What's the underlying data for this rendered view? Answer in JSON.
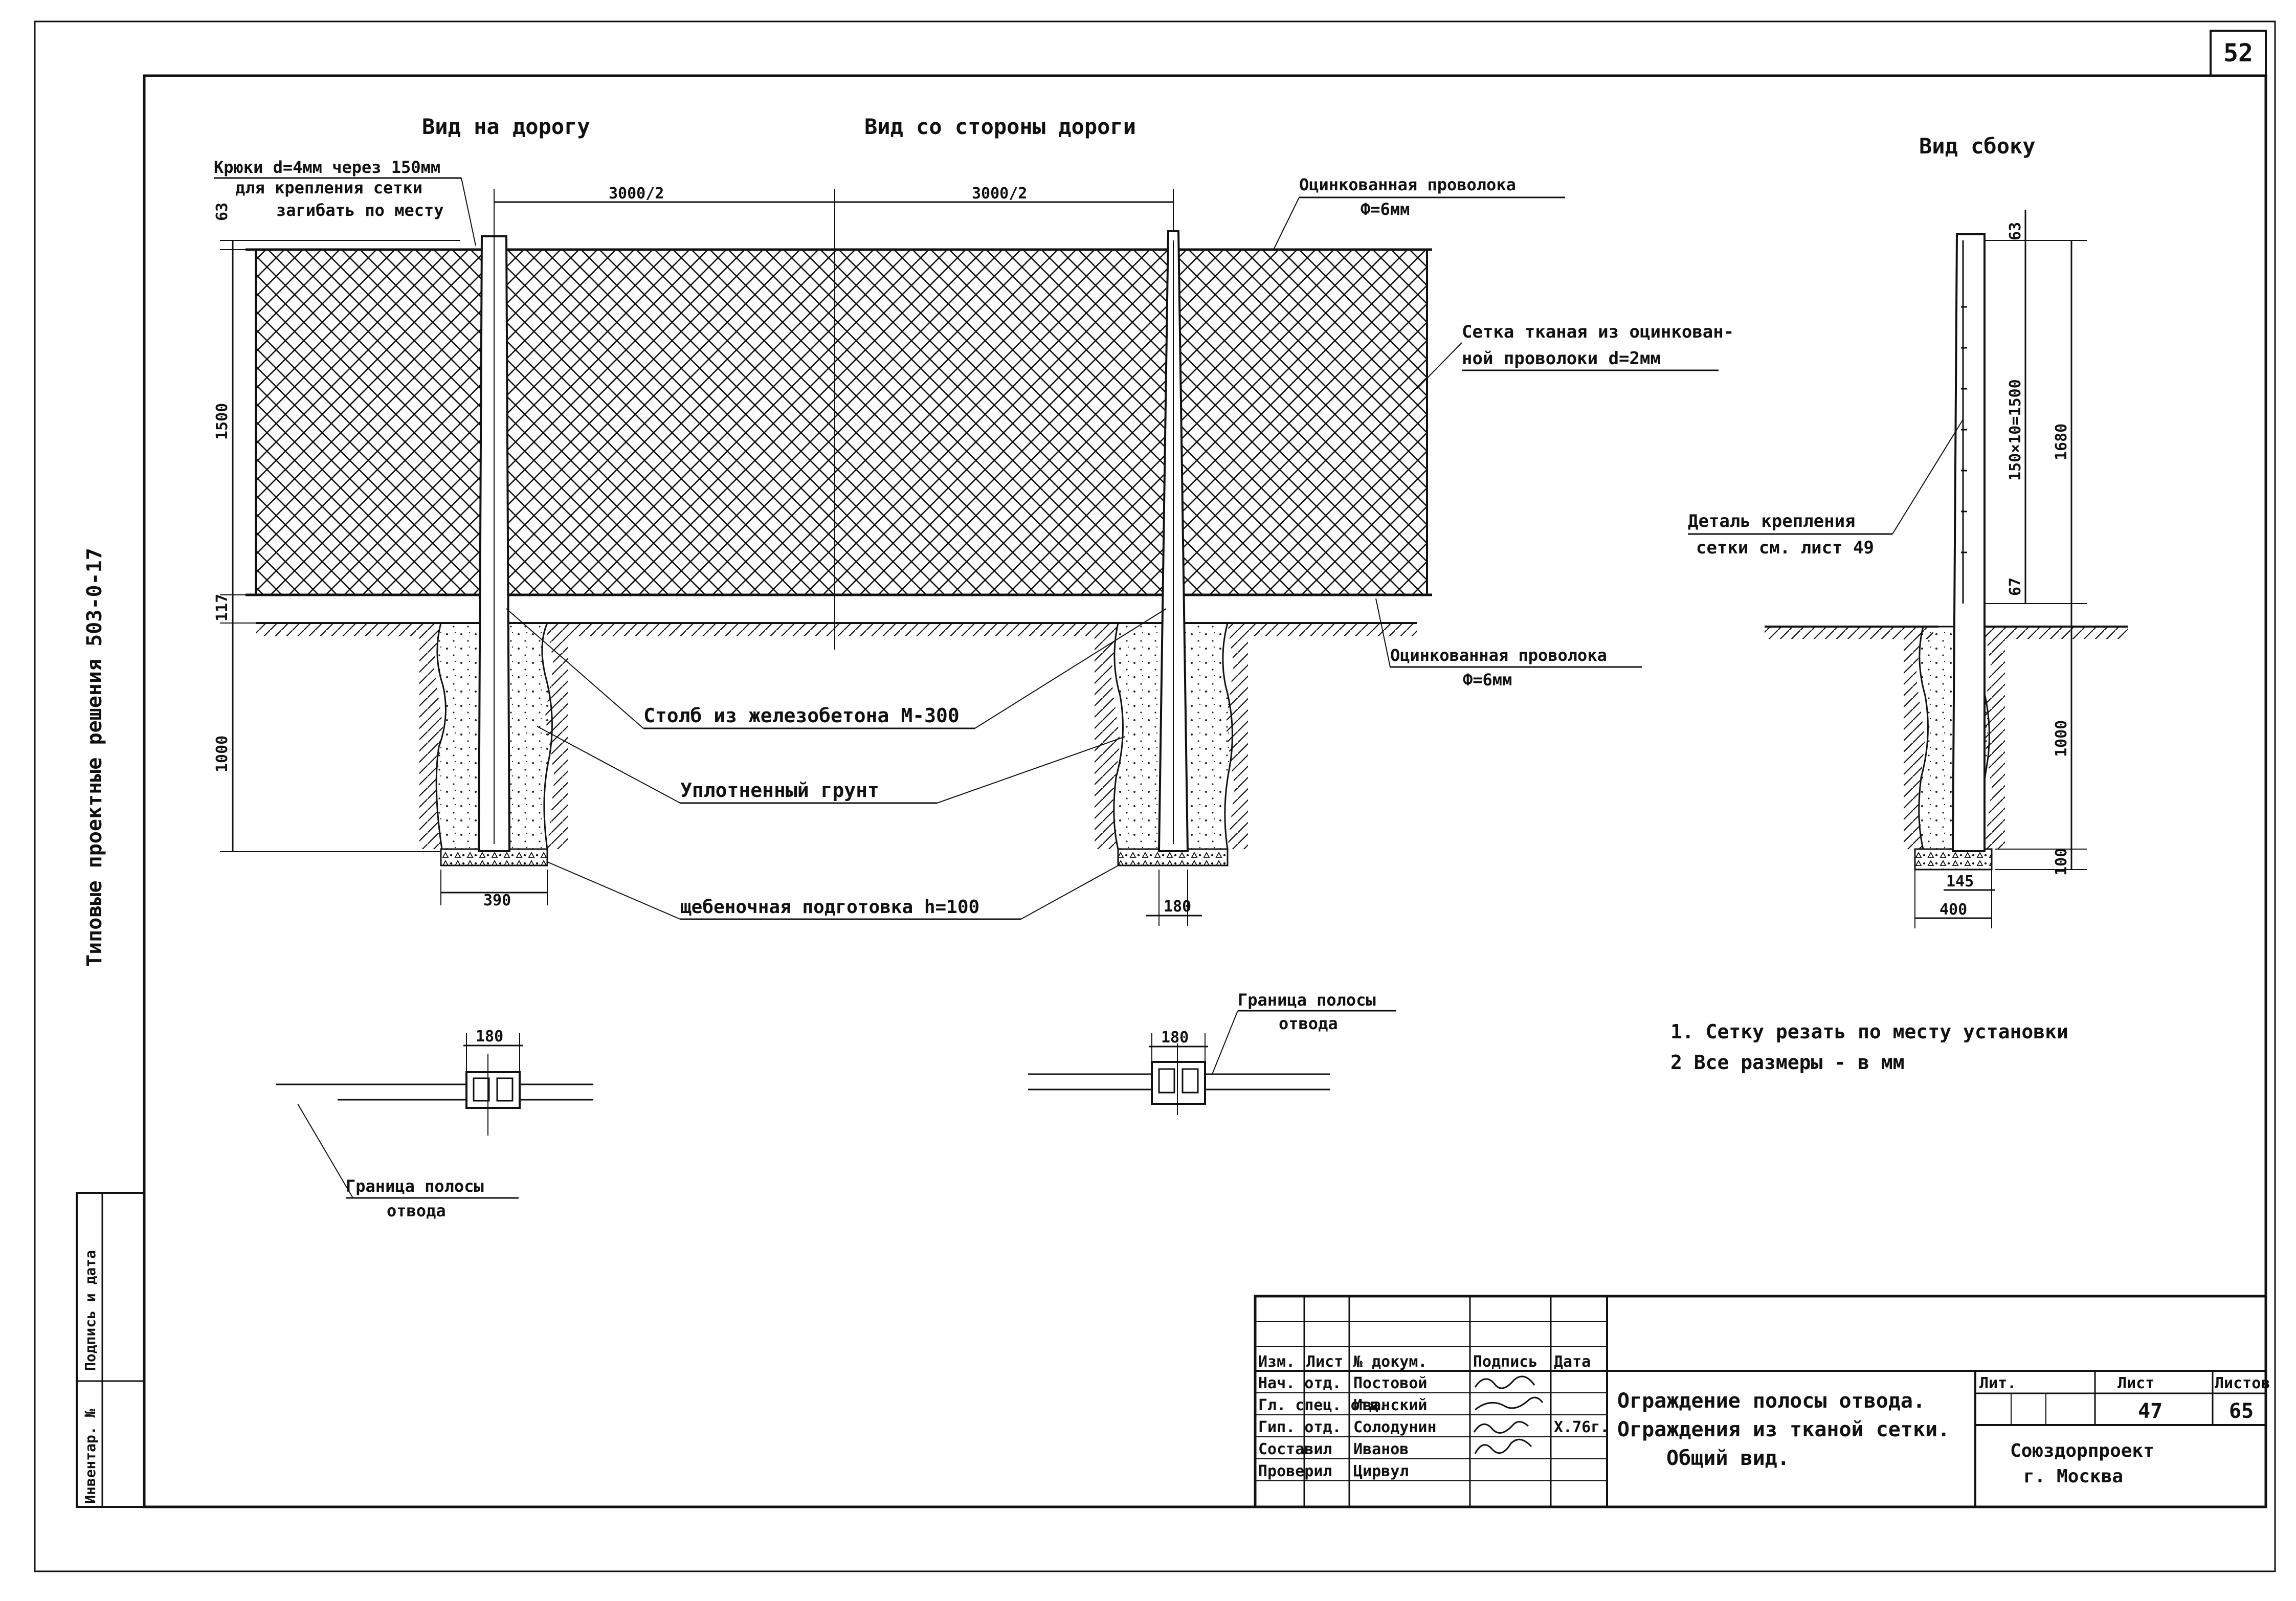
{
  "sheet_number": "52",
  "side_stamp": {
    "series": "Типовые проектные решения 503-0-17",
    "cells": [
      "Инвентар. №",
      "Подпись и дата"
    ]
  },
  "views": {
    "road_view": "Вид на дорогу",
    "from_road": "Вид со стороны дороги",
    "side_view": "Вид сбоку"
  },
  "callouts": {
    "hooks": [
      "Крюки d=4мм через 150мм",
      "для крепления сетки",
      "загибать по месту"
    ],
    "wire_top": [
      "Оцинкованная проволока",
      "Ф=6мм"
    ],
    "mesh": [
      "Сетка тканая из оцинкован-",
      "ной проволоки d=2мм"
    ],
    "wire_bottom": [
      "Оцинкованная проволока",
      "Ф=6мм"
    ],
    "post": "Столб из железобетона М-300",
    "soil": "Уплотненный грунт",
    "gravel": "щебеночная подготовка h=100",
    "detail": [
      "Деталь крепления",
      "сетки см. лист 49"
    ],
    "boundary_left": [
      "Граница полосы",
      "отвода"
    ],
    "boundary_right": [
      "Граница полосы",
      "отвода"
    ]
  },
  "dimensions": {
    "span_left": "3000/2",
    "span_right": "3000/2",
    "top_gap": "63",
    "mesh_height": "1500",
    "clearance": "117",
    "embed_depth": "1000",
    "pit_width": "390",
    "post_width": "180",
    "plan_left": "180",
    "plan_right": "180",
    "side_top": "63",
    "side_pitch": "150×10=1500",
    "side_total": "1680",
    "side_bottom_gap": "67",
    "side_embed": "1000",
    "side_gravel": "100",
    "side_post": "145",
    "side_pit": "400"
  },
  "notes": [
    "1. Сетку резать по месту установки",
    "2 Все размеры - в мм"
  ],
  "title_block": {
    "headers": [
      "Изм.",
      "Лист",
      "№ докум.",
      "Подпись",
      "Дата"
    ],
    "rows": [
      {
        "role": "Нач. отд.",
        "name": "Постовой",
        "date": ""
      },
      {
        "role": "Гл. спец. отд.",
        "name": "Иванский",
        "date": ""
      },
      {
        "role": "Гип. отд.",
        "name": "Солодунин",
        "date": "X.76г."
      },
      {
        "role": "Составил",
        "name": "Иванов",
        "date": ""
      },
      {
        "role": "Проверил",
        "name": "Цирвул",
        "date": ""
      }
    ],
    "title": [
      "Ограждение полосы отвода.",
      "Ограждения из тканой сетки.",
      "Общий вид."
    ],
    "stage_label": "Лит.",
    "sheet_label": "Лист",
    "sheets_label": "Листов",
    "sheet": "47",
    "sheets": "65",
    "org": [
      "Союздорпроект",
      "г. Москва"
    ]
  }
}
